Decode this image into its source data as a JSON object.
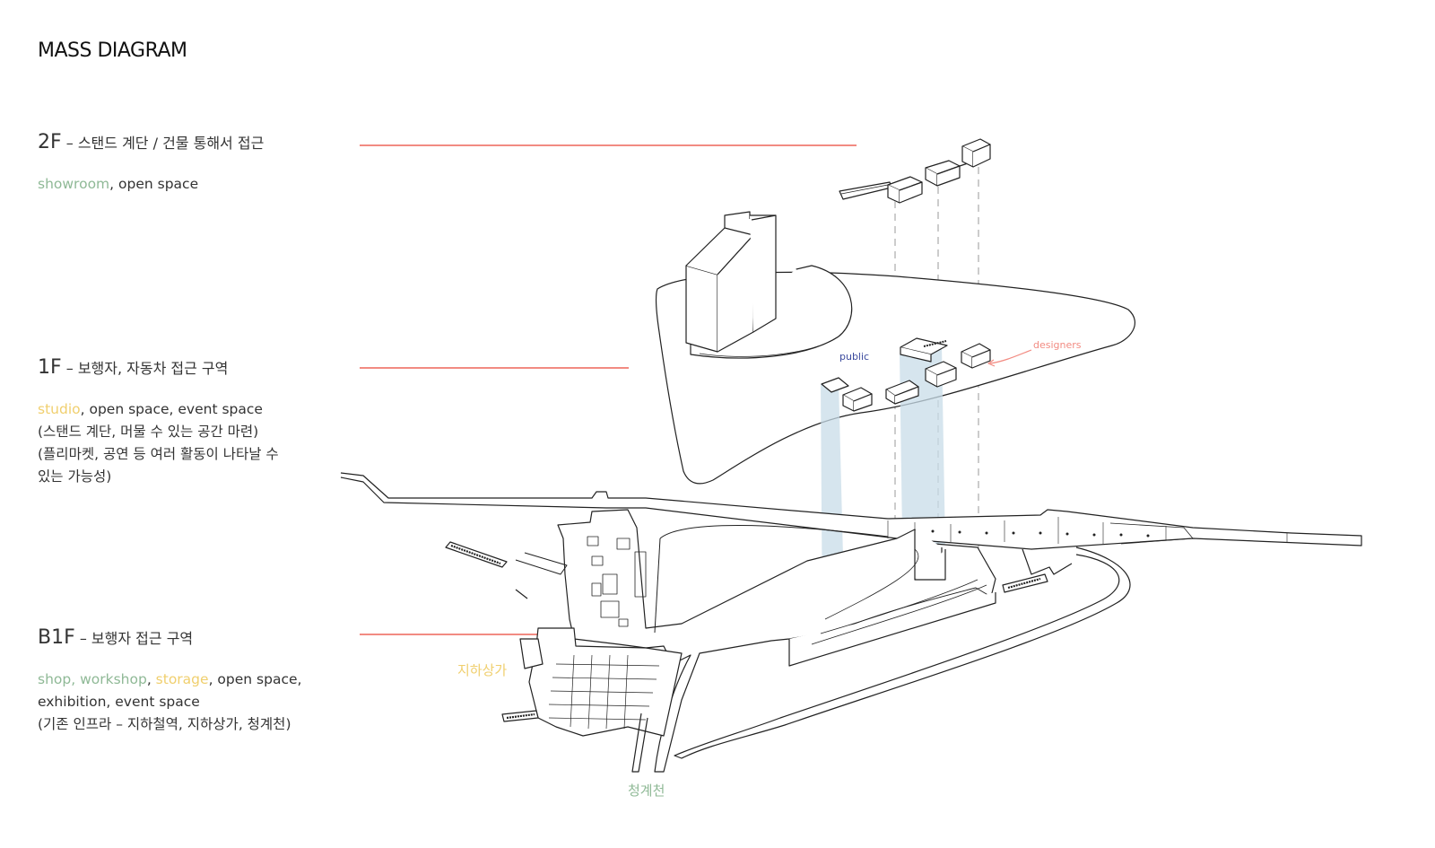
{
  "title": "MASS DIAGRAM",
  "colors": {
    "leader": "#f28b82",
    "green": "#8fb996",
    "yellow": "#f0cf6e",
    "public": "#3b4a9e",
    "designers": "#f28b82",
    "shaft": "#c8dce8"
  },
  "levels": {
    "f2": {
      "code": "2F",
      "sep": " – ",
      "desc": "스탠드 계단 / 건물 통해서 접근",
      "uses": [
        {
          "text": "showroom",
          "hl": "green"
        },
        {
          "text": ", open space",
          "hl": ""
        }
      ],
      "notes": []
    },
    "f1": {
      "code": "1F",
      "sep": " – ",
      "desc": "보행자, 자동차 접근 구역",
      "uses": [
        {
          "text": "studio",
          "hl": "yellow"
        },
        {
          "text": ", open space, event space",
          "hl": ""
        }
      ],
      "notes": [
        "(스탠드 계단, 머물 수 있는 공간 마련)",
        "(플리마켓, 공연 등 여러 활동이 나타날 수",
        "있는 가능성)"
      ]
    },
    "b1": {
      "code": "B1F",
      "sep": " – ",
      "desc": "보행자 접근 구역",
      "uses": [
        {
          "text": "shop, workshop",
          "hl": "green"
        },
        {
          "text": ", ",
          "hl": ""
        },
        {
          "text": "storage",
          "hl": "yellow"
        },
        {
          "text": ", open space,",
          "hl": ""
        }
      ],
      "notes": [
        "exhibition, event space",
        "(기존 인프라 – 지하철역, 지하상가, 청계천)"
      ]
    }
  },
  "labels": {
    "public": "public",
    "designers": "designers",
    "underground_mall": "지하상가",
    "stream": "청계천"
  }
}
